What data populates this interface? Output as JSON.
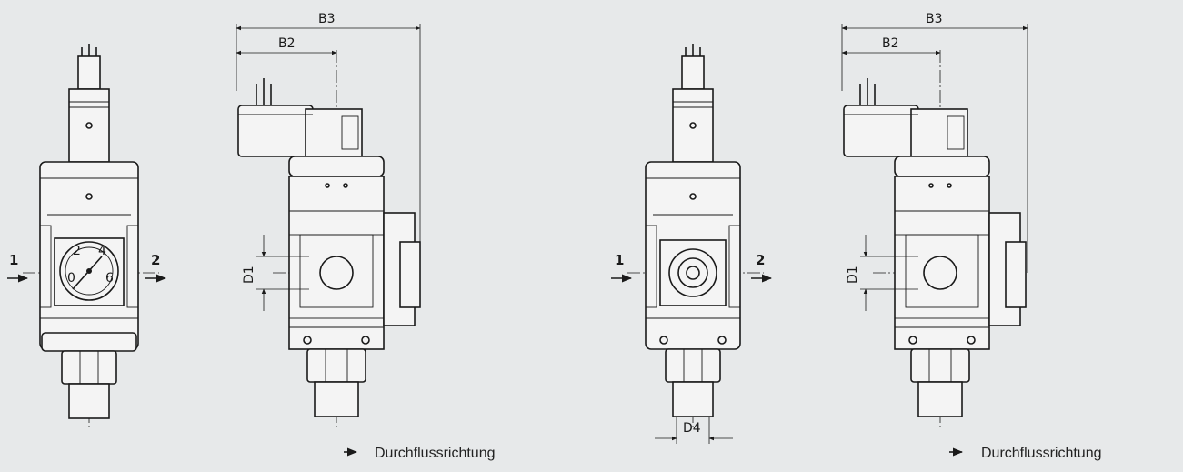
{
  "colors": {
    "background": "#e7e9ea",
    "line": "#1a1a1a",
    "body_fill": "#f4f4f4"
  },
  "views": {
    "v1": {
      "port_in": "1",
      "port_out": "2"
    },
    "v2": {
      "b3": "B3",
      "b2": "B2",
      "d1": "D1"
    },
    "v3": {
      "port_in": "1",
      "port_out": "2",
      "d4": "D4"
    },
    "v4": {
      "b3": "B3",
      "b2": "B2",
      "d1": "D1"
    }
  },
  "captions": {
    "left": {
      "arrow_icon": "arrow-right-icon",
      "text": "Durchflussrichtung"
    },
    "right": {
      "arrow_icon": "arrow-right-icon",
      "text": "Durchflussrichtung"
    }
  },
  "gauge_ticks": [
    "0",
    "2",
    "4",
    "6"
  ]
}
